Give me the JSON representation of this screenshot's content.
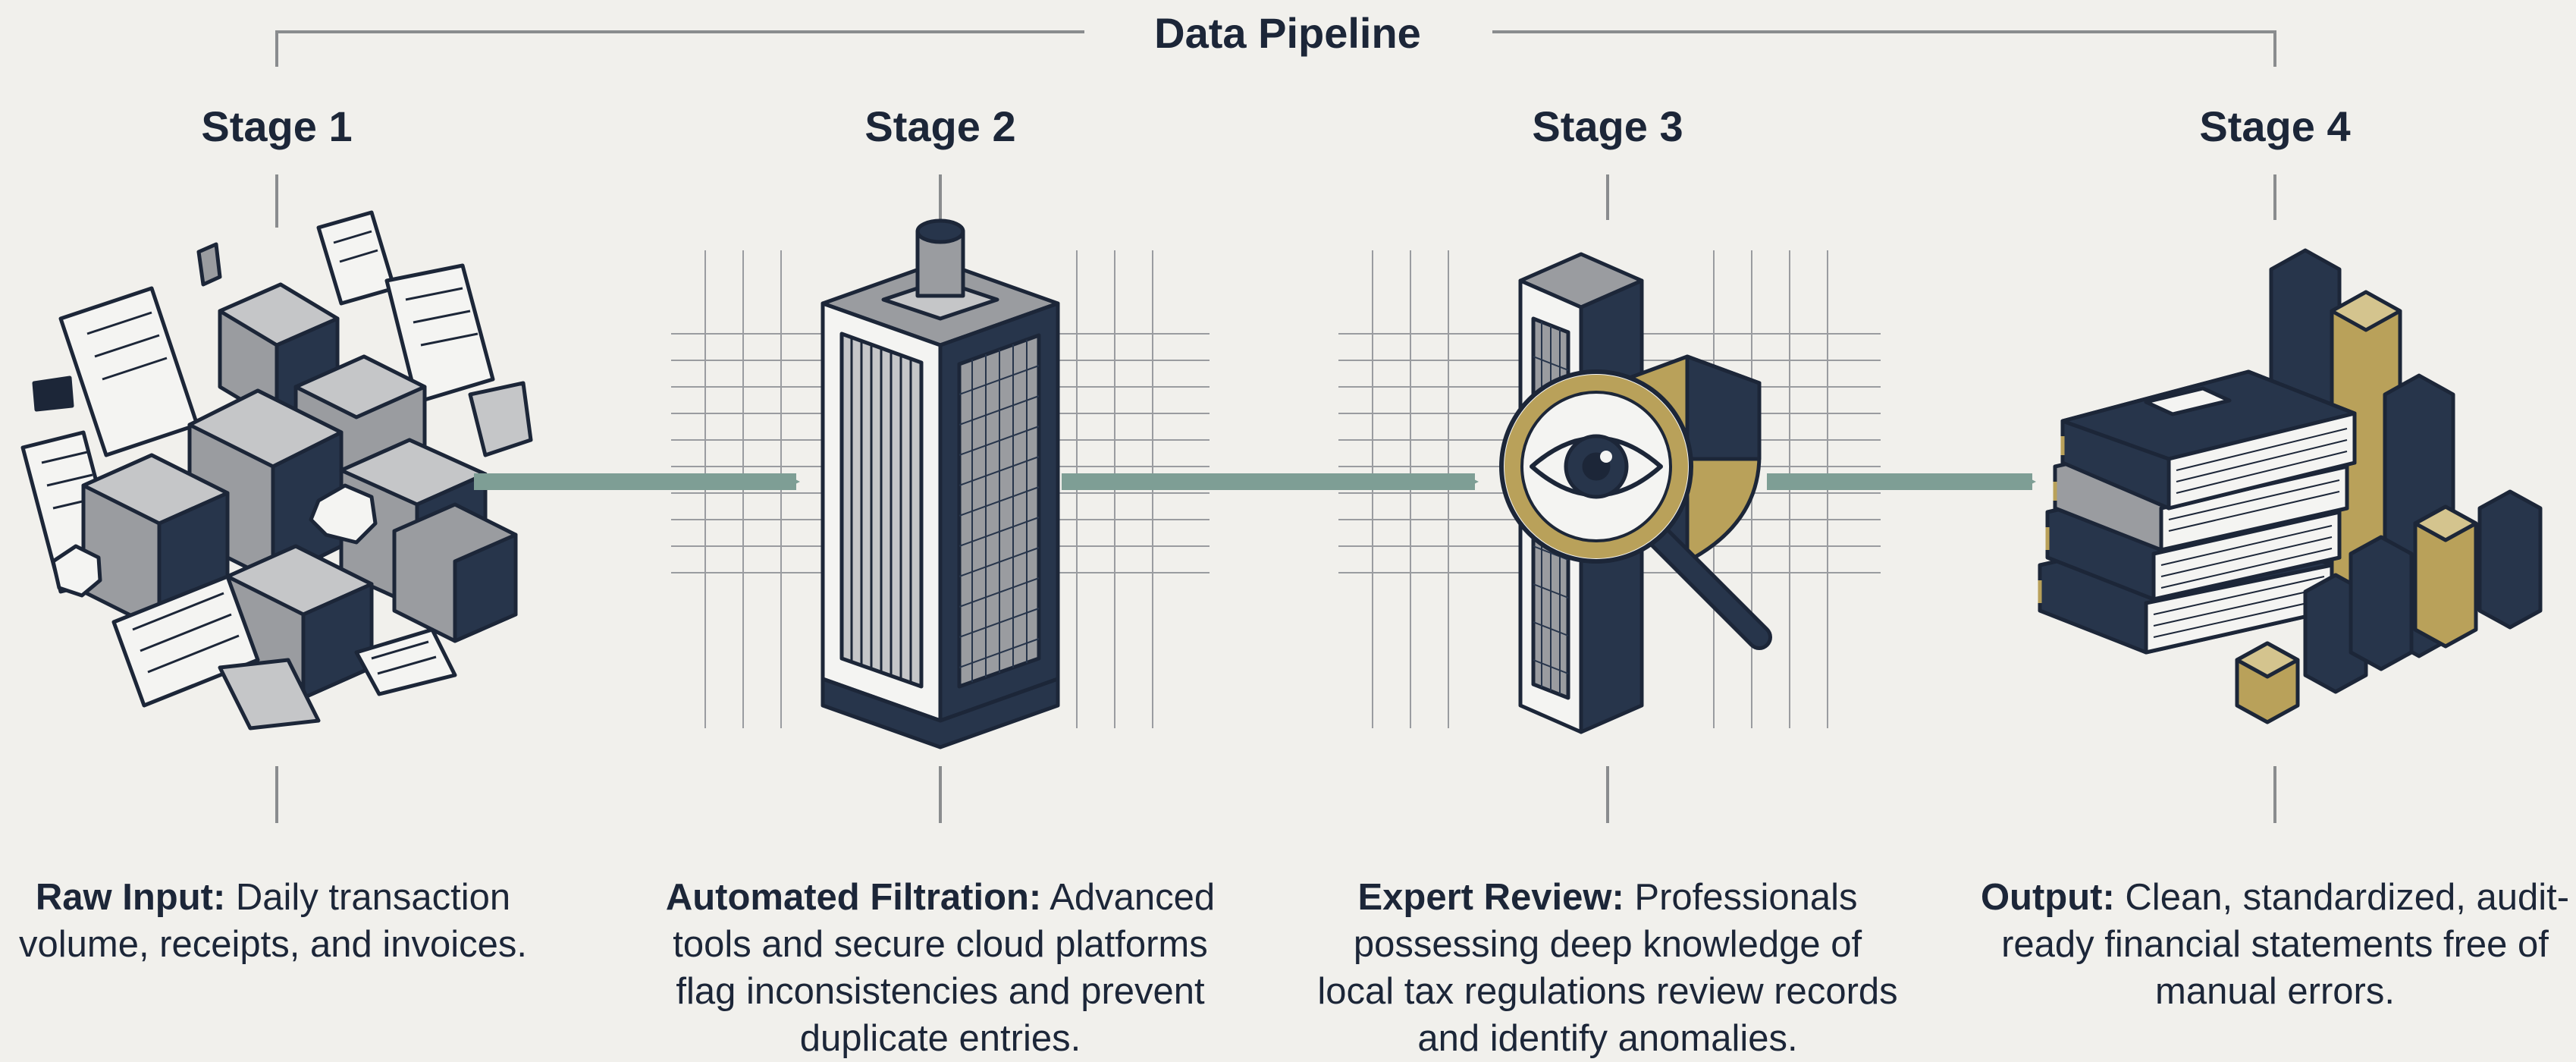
{
  "title": "Data Pipeline",
  "colors": {
    "background": "#f1f0ec",
    "navy": "#27354b",
    "gray": "#9a9ca0",
    "gold": "#b9a15a",
    "arrow": "#7e9e95",
    "line": "#8a8c8e"
  },
  "stages": [
    {
      "label": "Stage 1",
      "heading": "Raw Input:",
      "text": "Daily transaction volume, receipts, and invoices.",
      "icon": "pile-of-boxes-and-papers-icon"
    },
    {
      "label": "Stage 2",
      "heading": "Automated Filtration:",
      "text": "Advanced tools and secure cloud platforms flag inconsistencies and prevent duplicate entries.",
      "icon": "filter-tower-icon"
    },
    {
      "label": "Stage 3",
      "heading": "Expert Review:",
      "text": "Professionals possessing deep knowledge of local tax regulations review records and identify anomalies.",
      "icon": "magnifier-eye-shield-icon"
    },
    {
      "label": "Stage 4",
      "heading": "Output:",
      "text": "Clean, standardized, audit-ready financial statements free of manual errors.",
      "icon": "books-and-bar-chart-icon"
    }
  ]
}
